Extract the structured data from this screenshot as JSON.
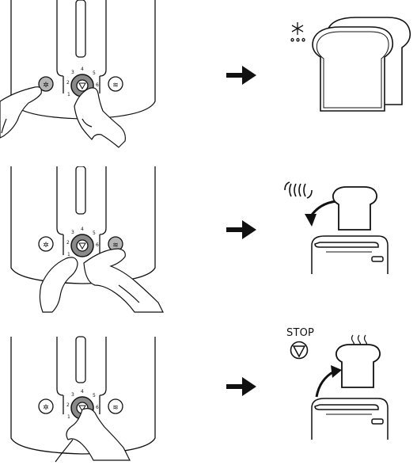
{
  "steps": [
    {
      "id": "defrost",
      "dial_numbers": [
        "1",
        "2",
        "3",
        "4",
        "5",
        "6"
      ],
      "function_icon": "snowflake-drops-icon"
    },
    {
      "id": "reheat",
      "dial_numbers": [
        "1",
        "2",
        "3",
        "4",
        "5",
        "6"
      ],
      "function_icon": "reheat-waves-icon"
    },
    {
      "id": "stop",
      "dial_numbers": [
        "1",
        "2",
        "3",
        "4",
        "5",
        "6"
      ],
      "stop_label": "STOP",
      "function_icon": "stop-triangle-icon"
    }
  ],
  "colors": {
    "line": "#111111",
    "button_grey": "#b5b5b5",
    "dial_grey": "#8a8a8a"
  }
}
